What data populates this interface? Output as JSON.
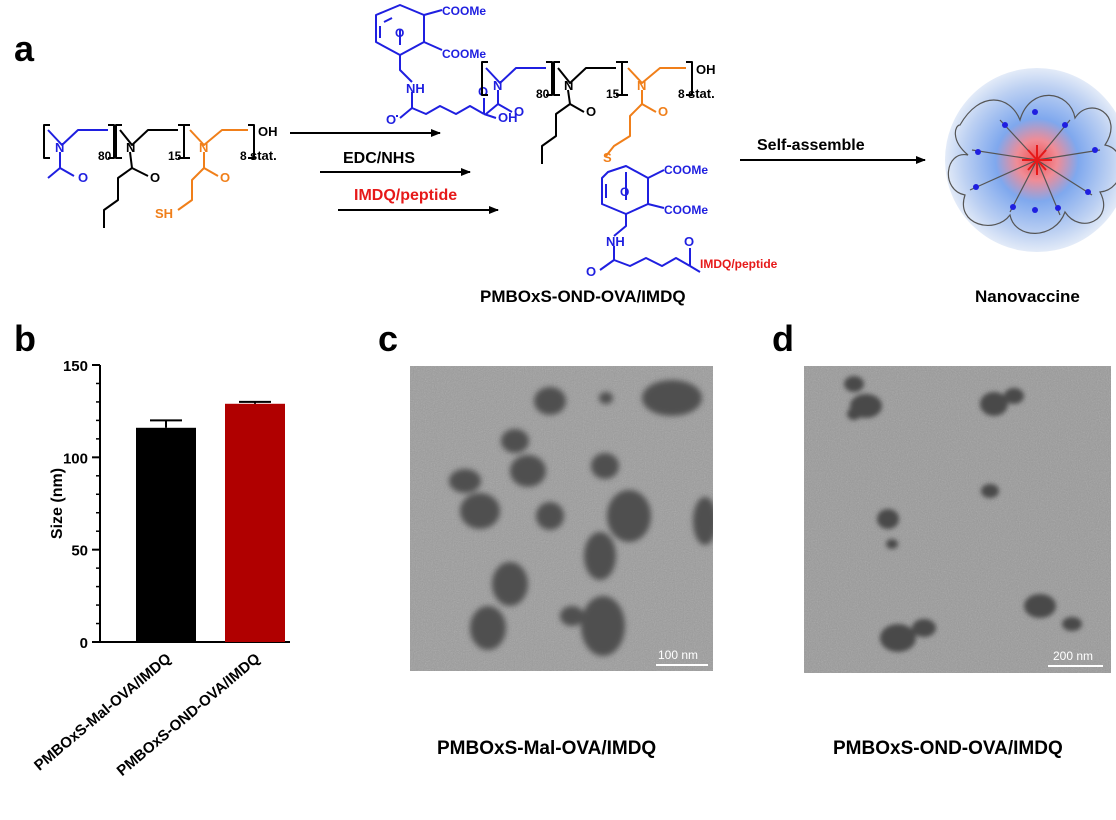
{
  "panels": {
    "a": "a",
    "b": "b",
    "c": "c",
    "d": "d"
  },
  "scheme": {
    "reagent_cooh_top": "COOMe",
    "reagent_cooh_bottom": "COOMe",
    "reagent_nh": "NH",
    "reagent_o": "O",
    "reagent_oh": "OH",
    "polymer_left": {
      "sub_80": "80",
      "sub_15": "15",
      "sub_8": "8",
      "oh": "OH",
      "stat": "stat.",
      "n1": "N",
      "n2": "N",
      "n3": "N",
      "o1": "O",
      "o2": "O",
      "o3": "O",
      "sh": "SH"
    },
    "arrow1_label": "EDC/NHS",
    "arrow2_label": "IMDQ/peptide",
    "polymer_product": {
      "sub_80": "80",
      "sub_15": "15",
      "sub_8": "8",
      "oh": "OH",
      "stat": "stat.",
      "s": "S",
      "coome1": "COOMe",
      "coome2": "COOMe",
      "nh": "NH",
      "o": "O",
      "imdq": "IMDQ/peptide"
    },
    "product_name": "PMBOxS-OND-OVA/IMDQ",
    "self_assemble": "Self-assemble",
    "nanovaccine": "Nanovaccine"
  },
  "chart_data": {
    "type": "bar",
    "categories": [
      "PMBOxS-Mal-OVA/IMDQ",
      "PMBOxS-OND-OVA/IMDQ"
    ],
    "values": [
      116,
      129
    ],
    "errors": [
      4,
      1
    ],
    "colors": [
      "#000000",
      "#b00000"
    ],
    "ylabel": "Size (nm)",
    "ylim": [
      0,
      150
    ],
    "yticks": [
      0,
      50,
      100,
      150
    ]
  },
  "tem": {
    "c_scalebar": "100 nm",
    "d_scalebar": "200 nm",
    "c_caption": "PMBOxS-Mal-OVA/IMDQ",
    "d_caption": "PMBOxS-OND-OVA/IMDQ"
  },
  "colors": {
    "blue": "#1f1fe0",
    "orange": "#f07f1a",
    "red": "#e61919",
    "bar1": "#000000",
    "bar2": "#b00000"
  }
}
